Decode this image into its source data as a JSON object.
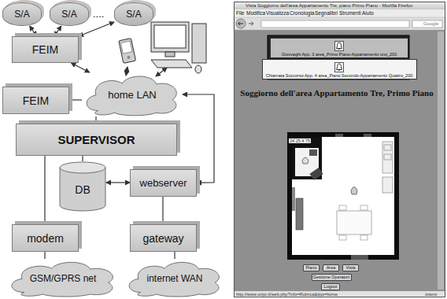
{
  "diagram": {
    "nodes": [
      {
        "text": [
          "S/A"
        ]
      },
      {
        "text": [
          "S/A"
        ]
      },
      {
        "text": [
          "S/A"
        ]
      },
      {
        "text": [
          "FEIM"
        ]
      },
      {
        "text": [
          "FEIM"
        ]
      },
      {
        "text": [
          "home LAN"
        ]
      },
      {
        "text": [
          "SUPERVISOR"
        ]
      },
      {
        "text": [
          "DB"
        ]
      },
      {
        "text": [
          "webserver"
        ]
      },
      {
        "text": [
          "modem"
        ]
      },
      {
        "text": [
          "gateway"
        ]
      },
      {
        "text": [
          "GSM/GPRS net"
        ]
      },
      {
        "text": [
          "internet WAN"
        ]
      },
      {
        "text": [
          "Vista Soggiorno dell'area Appartamento Tre, piano Primo Piano - Mozilla Firefox"
        ]
      },
      {
        "text": [
          "Giovvaghi App. 3 area_Primo Piano-Appartamento uno_200"
        ],
        "in": 13
      },
      {
        "text": [
          "Chiamata Soccorso App. 4 area_Piano Secondo-Appartamento Quattro_200"
        ],
        "in": 13
      },
      {
        "text": [
          "Piano"
        ],
        "in": 13
      },
      {
        "text": [
          "Area"
        ],
        "in": 13
      },
      {
        "text": [
          "Vista"
        ],
        "in": 13
      },
      {
        "text": [
          "Gestione Operatori"
        ],
        "in": 13
      },
      {
        "text": [
          "Logout"
        ],
        "in": 13
      }
    ],
    "edges": [
      {
        "from": 0,
        "to": 3,
        "arrow": "both"
      },
      {
        "from": 1,
        "to": 3,
        "arrow": "both"
      },
      {
        "from": 2,
        "to": 3,
        "arrow": "both"
      },
      {
        "from": 3,
        "to": 5,
        "arrow": "both"
      },
      {
        "from": 4,
        "to": 5,
        "arrow": "none"
      },
      {
        "from": 5,
        "to": 6,
        "arrow": "none"
      },
      {
        "from": 6,
        "to": 7,
        "arrow": "none"
      },
      {
        "from": 7,
        "to": 8,
        "arrow": "both"
      },
      {
        "from": 6,
        "to": 9,
        "arrow": "none"
      },
      {
        "from": 9,
        "to": 11,
        "arrow": "none"
      },
      {
        "from": 8,
        "to": 10,
        "arrow": "none"
      },
      {
        "from": 10,
        "to": 12,
        "arrow": "none"
      },
      {
        "from": 8,
        "to": 5,
        "arrow": "both"
      }
    ],
    "labels": [
      "....",
      "File",
      "Modifica",
      "Visualizza",
      "Cronologia",
      "Segnalibri",
      "Strumenti",
      "Aiuto",
      "Google",
      "Soggiorno dell'area Appartamento Tre, Primo Piano",
      "24.25 4.75",
      "http://www.unipr.it/web.php?info=Rubrica&tipo=home",
      "zotero"
    ]
  }
}
